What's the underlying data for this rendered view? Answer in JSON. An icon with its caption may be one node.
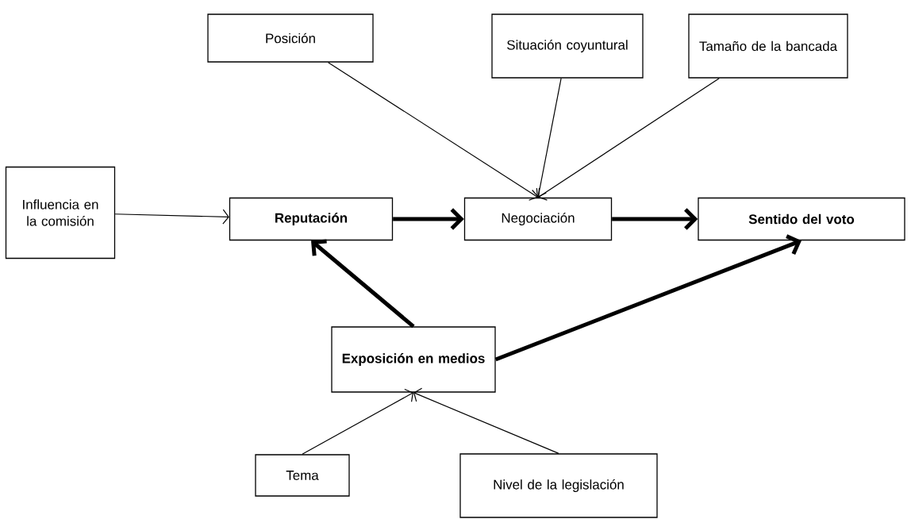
{
  "diagram": {
    "nodes": [
      {
        "text": [
          "Posición"
        ]
      },
      {
        "text": [
          "Situación coyuntural"
        ]
      },
      {
        "text": [
          "Tamaño de la bancada"
        ]
      },
      {
        "text": [
          "Influencia en la comisión"
        ]
      },
      {
        "text": [
          "Reputación"
        ]
      },
      {
        "text": [
          "Negociación"
        ]
      },
      {
        "text": [
          "Sentido del voto"
        ]
      },
      {
        "text": [
          "Exposición en medios"
        ]
      },
      {
        "text": [
          "Tema"
        ]
      },
      {
        "text": [
          "Nivel de la legislación"
        ]
      }
    ],
    "edges": [
      {
        "from": 0,
        "to": 5,
        "arrow": "to"
      },
      {
        "from": 1,
        "to": 5,
        "arrow": "to"
      },
      {
        "from": 2,
        "to": 5,
        "arrow": "to"
      },
      {
        "from": 3,
        "to": 4,
        "arrow": "to"
      },
      {
        "from": 4,
        "to": 5,
        "arrow": "to",
        "style": "thick"
      },
      {
        "from": 5,
        "to": 6,
        "arrow": "to",
        "style": "thick"
      },
      {
        "from": 7,
        "to": 4,
        "arrow": "to",
        "style": "thick"
      },
      {
        "from": 7,
        "to": 6,
        "arrow": "to",
        "style": "thick"
      },
      {
        "from": 8,
        "to": 7,
        "arrow": "to"
      },
      {
        "from": 9,
        "to": 7,
        "arrow": "to"
      }
    ]
  }
}
